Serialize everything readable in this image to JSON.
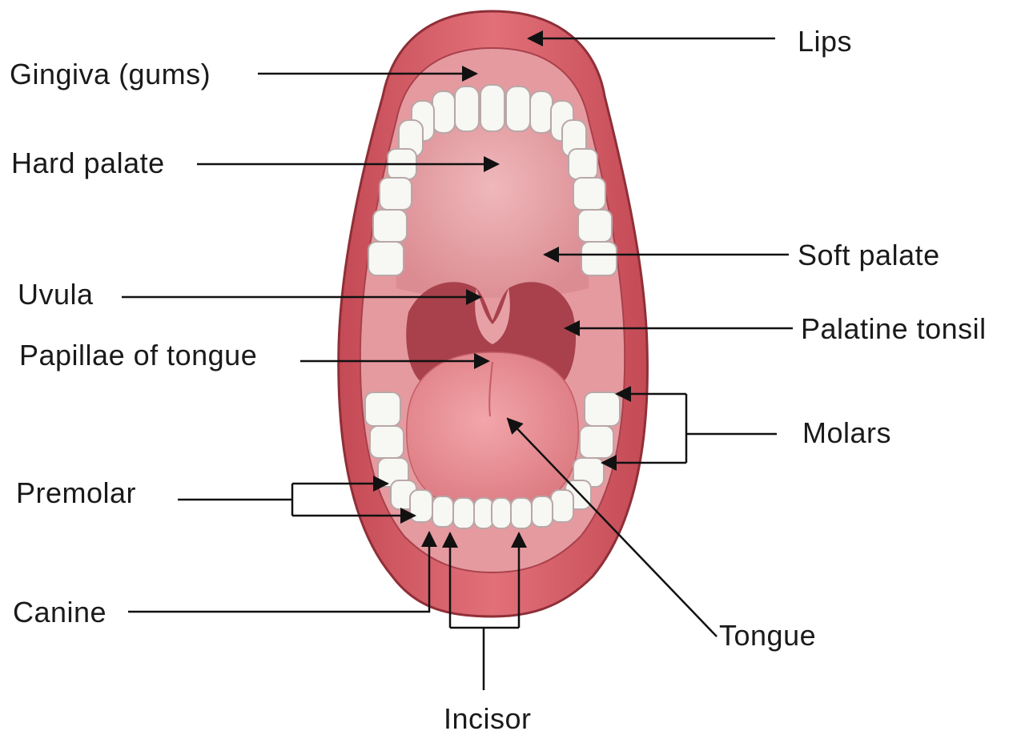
{
  "labels": {
    "lips": "Lips",
    "gingiva": "Gingiva (gums)",
    "hard_palate": "Hard palate",
    "soft_palate": "Soft palate",
    "uvula": "Uvula",
    "palatine_tonsil": "Palatine tonsil",
    "papillae": "Papillae of tongue",
    "molars": "Molars",
    "premolar": "Premolar",
    "canine": "Canine",
    "tongue": "Tongue",
    "incisor": "Incisor"
  },
  "colors": {
    "lip": "#d9606a",
    "lip_dark": "#b8414c",
    "gum": "#e8a0a6",
    "palate": "#e7a1a6",
    "throat": "#a8414b",
    "tongue": "#ea8f94",
    "tooth": "#f7f7f4",
    "line": "#111111"
  }
}
